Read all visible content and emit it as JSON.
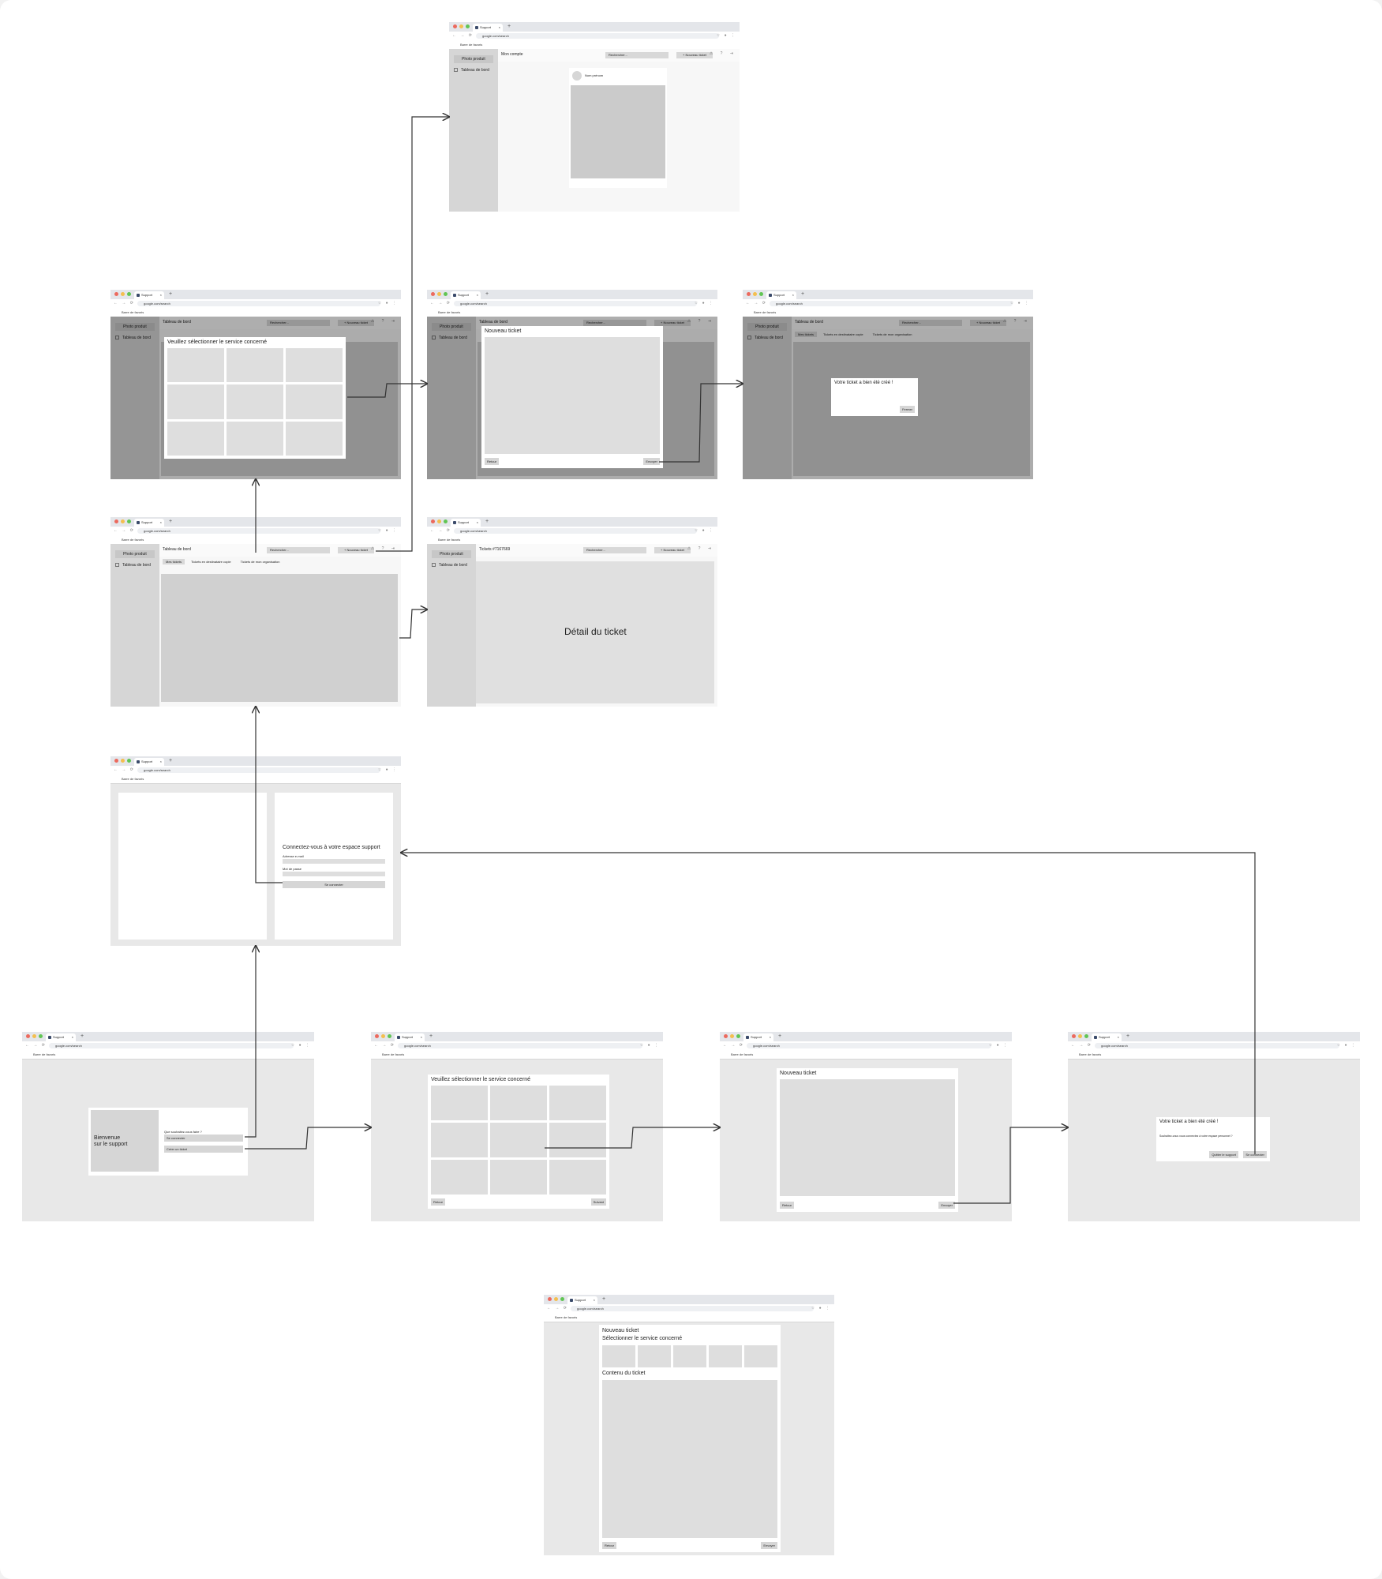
{
  "browser": {
    "tab_title": "Support",
    "url": "google.com/search",
    "bookmarks_bar": "Barre de favoris",
    "new_tab_glyph": "+",
    "close_glyph": "×",
    "nav_glyphs": "← → ⟳ ⌂",
    "url_icons": "☆ ● ⋮"
  },
  "app": {
    "logo": "Photo produit",
    "nav_dashboard": "Tableau de bord",
    "search_placeholder": "Rechercher...",
    "new_ticket_button": "+ Nouveau ticket",
    "topbar_icons": "⚠ ? ⇥",
    "tab_my_tickets": "Mes tickets",
    "tab_tickets_copy": "Tickets en destinataire copie",
    "tab_org_tickets": "Tickets de mon organisation"
  },
  "screens": {
    "account": {
      "title": "Mon compte",
      "name": "Nom prénom"
    },
    "select_service": {
      "title": "Veuillez sélectionner le service concerné",
      "back": "Retour",
      "next": "Suivant"
    },
    "new_ticket": {
      "title": "Nouveau ticket",
      "back": "Retour",
      "send": "Envoyer"
    },
    "ticket_created_modal": {
      "title": "Votre ticket a bien été créé !",
      "close": "Fermer"
    },
    "ticket_detail": {
      "topbar": "Tickets #7167669",
      "body": "Détail du ticket"
    },
    "login": {
      "title": "Connectez-vous à votre espace support",
      "email_label": "Adresse e-mail",
      "password_label": "Mot de passe",
      "submit": "Se connecter"
    },
    "welcome": {
      "title_line1": "Bienvenue",
      "title_line2": "sur le support",
      "question": "Que souhaitez-vous faire ?",
      "login": "Se connecter",
      "create": "Créer un ticket"
    },
    "guest_created": {
      "title": "Votre ticket a bien été créé !",
      "question": "Souhaitez-vous vous connectez à votre espace personnel ?",
      "quit": "Quitter le support",
      "login": "Se connecter"
    },
    "combined_new_ticket": {
      "title": "Nouveau ticket",
      "service_label": "Sélectionner le service concerné",
      "content_label": "Contenu du ticket",
      "back": "Retour",
      "send": "Envoyer"
    }
  },
  "colors": {
    "frame_bg": "#e8e8e8",
    "sidebar": "#d6d6d6",
    "panel": "#dedede",
    "connector": "#333333"
  }
}
